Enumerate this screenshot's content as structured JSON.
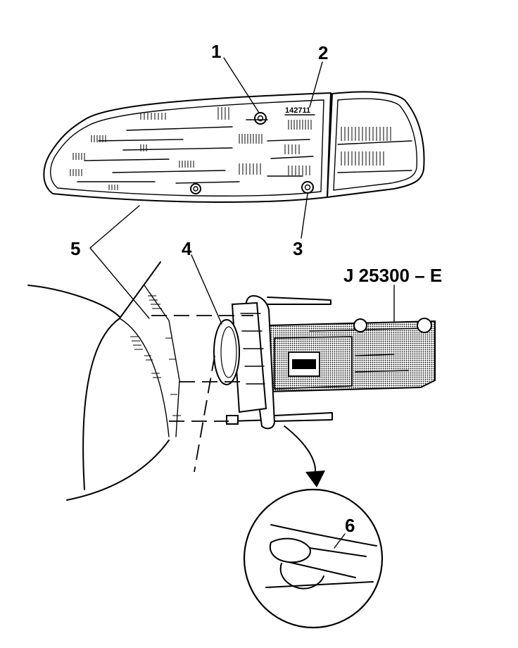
{
  "callouts": {
    "c1": "1",
    "c2": "2",
    "c3": "3",
    "c4": "4",
    "c5": "5",
    "c6": "6"
  },
  "tool_label": "J 25300 – E",
  "part_number": "142711",
  "colors": {
    "line": "#000000",
    "tool_shading": "#cfcfcf",
    "background": "#ffffff"
  }
}
